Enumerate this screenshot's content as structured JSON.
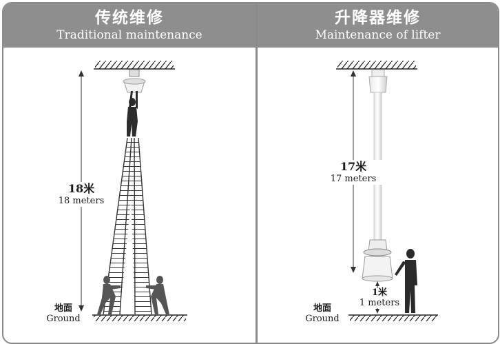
{
  "left_panel": {
    "title_cn": "传统维修",
    "title_en": "Traditional maintenance",
    "height_cn": "18米",
    "height_en": "18 meters",
    "ground_cn": "地面",
    "ground_en": "Ground"
  },
  "right_panel": {
    "title_cn": "升降器维修",
    "title_en": "Maintenance of lifter",
    "height_cn": "17米",
    "height_en": "17 meters",
    "lift_cn": "1米",
    "lift_en": "1 meters",
    "ground_cn": "地面",
    "ground_en": "Ground"
  },
  "colors": {
    "header_bg": "#8e8e8e",
    "frame": "#8a8a8a",
    "ink": "#1a1a1a"
  }
}
